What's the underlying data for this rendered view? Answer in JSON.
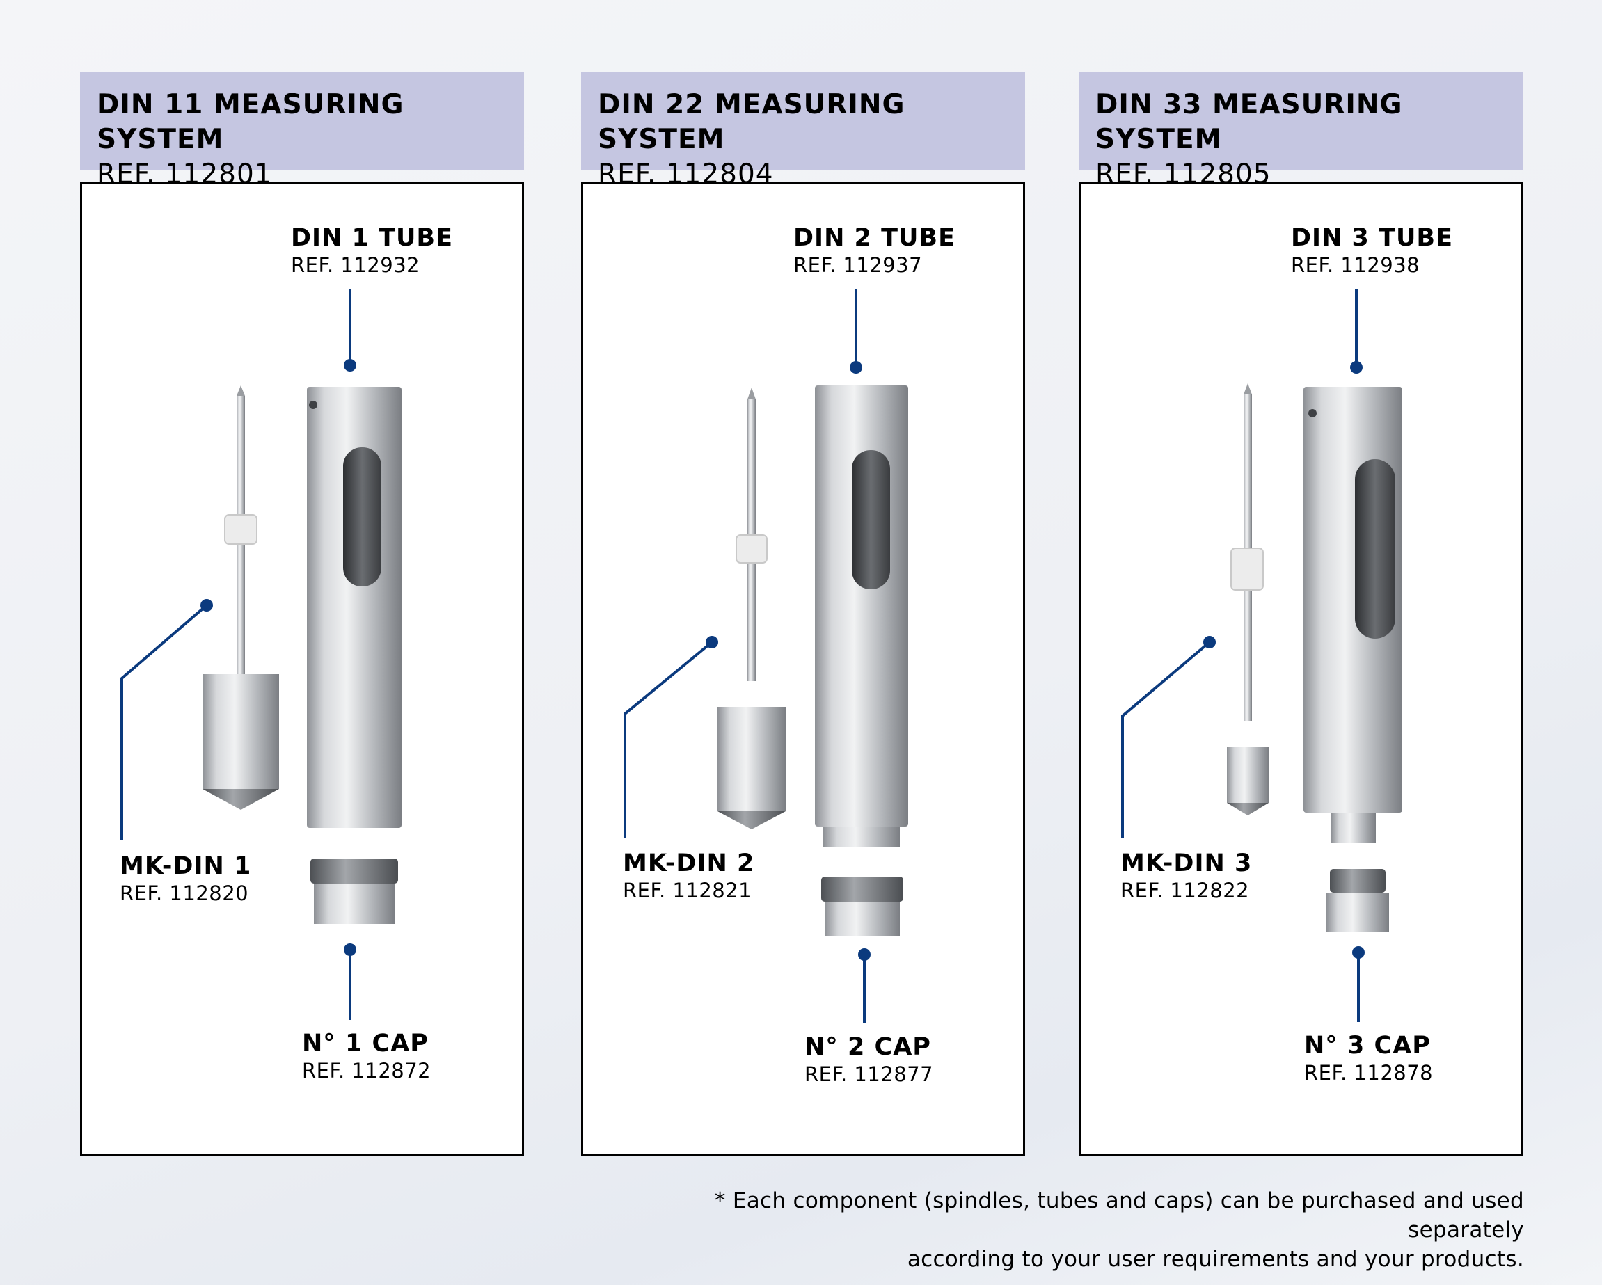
{
  "systems": [
    {
      "title": "DIN 11 MEASURING SYSTEM",
      "ref": "REF. 112801",
      "tube": {
        "name": "DIN 1 TUBE",
        "ref": "REF. 112932"
      },
      "spindle": {
        "name": "MK-DIN 1",
        "ref": "REF. 112820"
      },
      "cap": {
        "name": "N° 1 CAP",
        "ref": "REF. 112872"
      }
    },
    {
      "title": "DIN 22 MEASURING SYSTEM",
      "ref": "REF. 112804",
      "tube": {
        "name": "DIN 2 TUBE",
        "ref": "REF. 112937"
      },
      "spindle": {
        "name": "MK-DIN 2",
        "ref": "REF. 112821"
      },
      "cap": {
        "name": "N° 2 CAP",
        "ref": "REF. 112877"
      }
    },
    {
      "title": "DIN 33 MEASURING SYSTEM",
      "ref": "REF. 112805",
      "tube": {
        "name": "DIN 3 TUBE",
        "ref": "REF. 112938"
      },
      "spindle": {
        "name": "MK-DIN 3",
        "ref": "REF. 112822"
      },
      "cap": {
        "name": "N° 3 CAP",
        "ref": "REF. 112878"
      }
    }
  ],
  "footnote": {
    "line1": "* Each component (spindles, tubes and caps) can be purchased and used separately",
    "line2": "according to your user requirements and your products."
  },
  "colors": {
    "header_bg": "#c5c6e1",
    "leader_line": "#0b3a7e"
  }
}
